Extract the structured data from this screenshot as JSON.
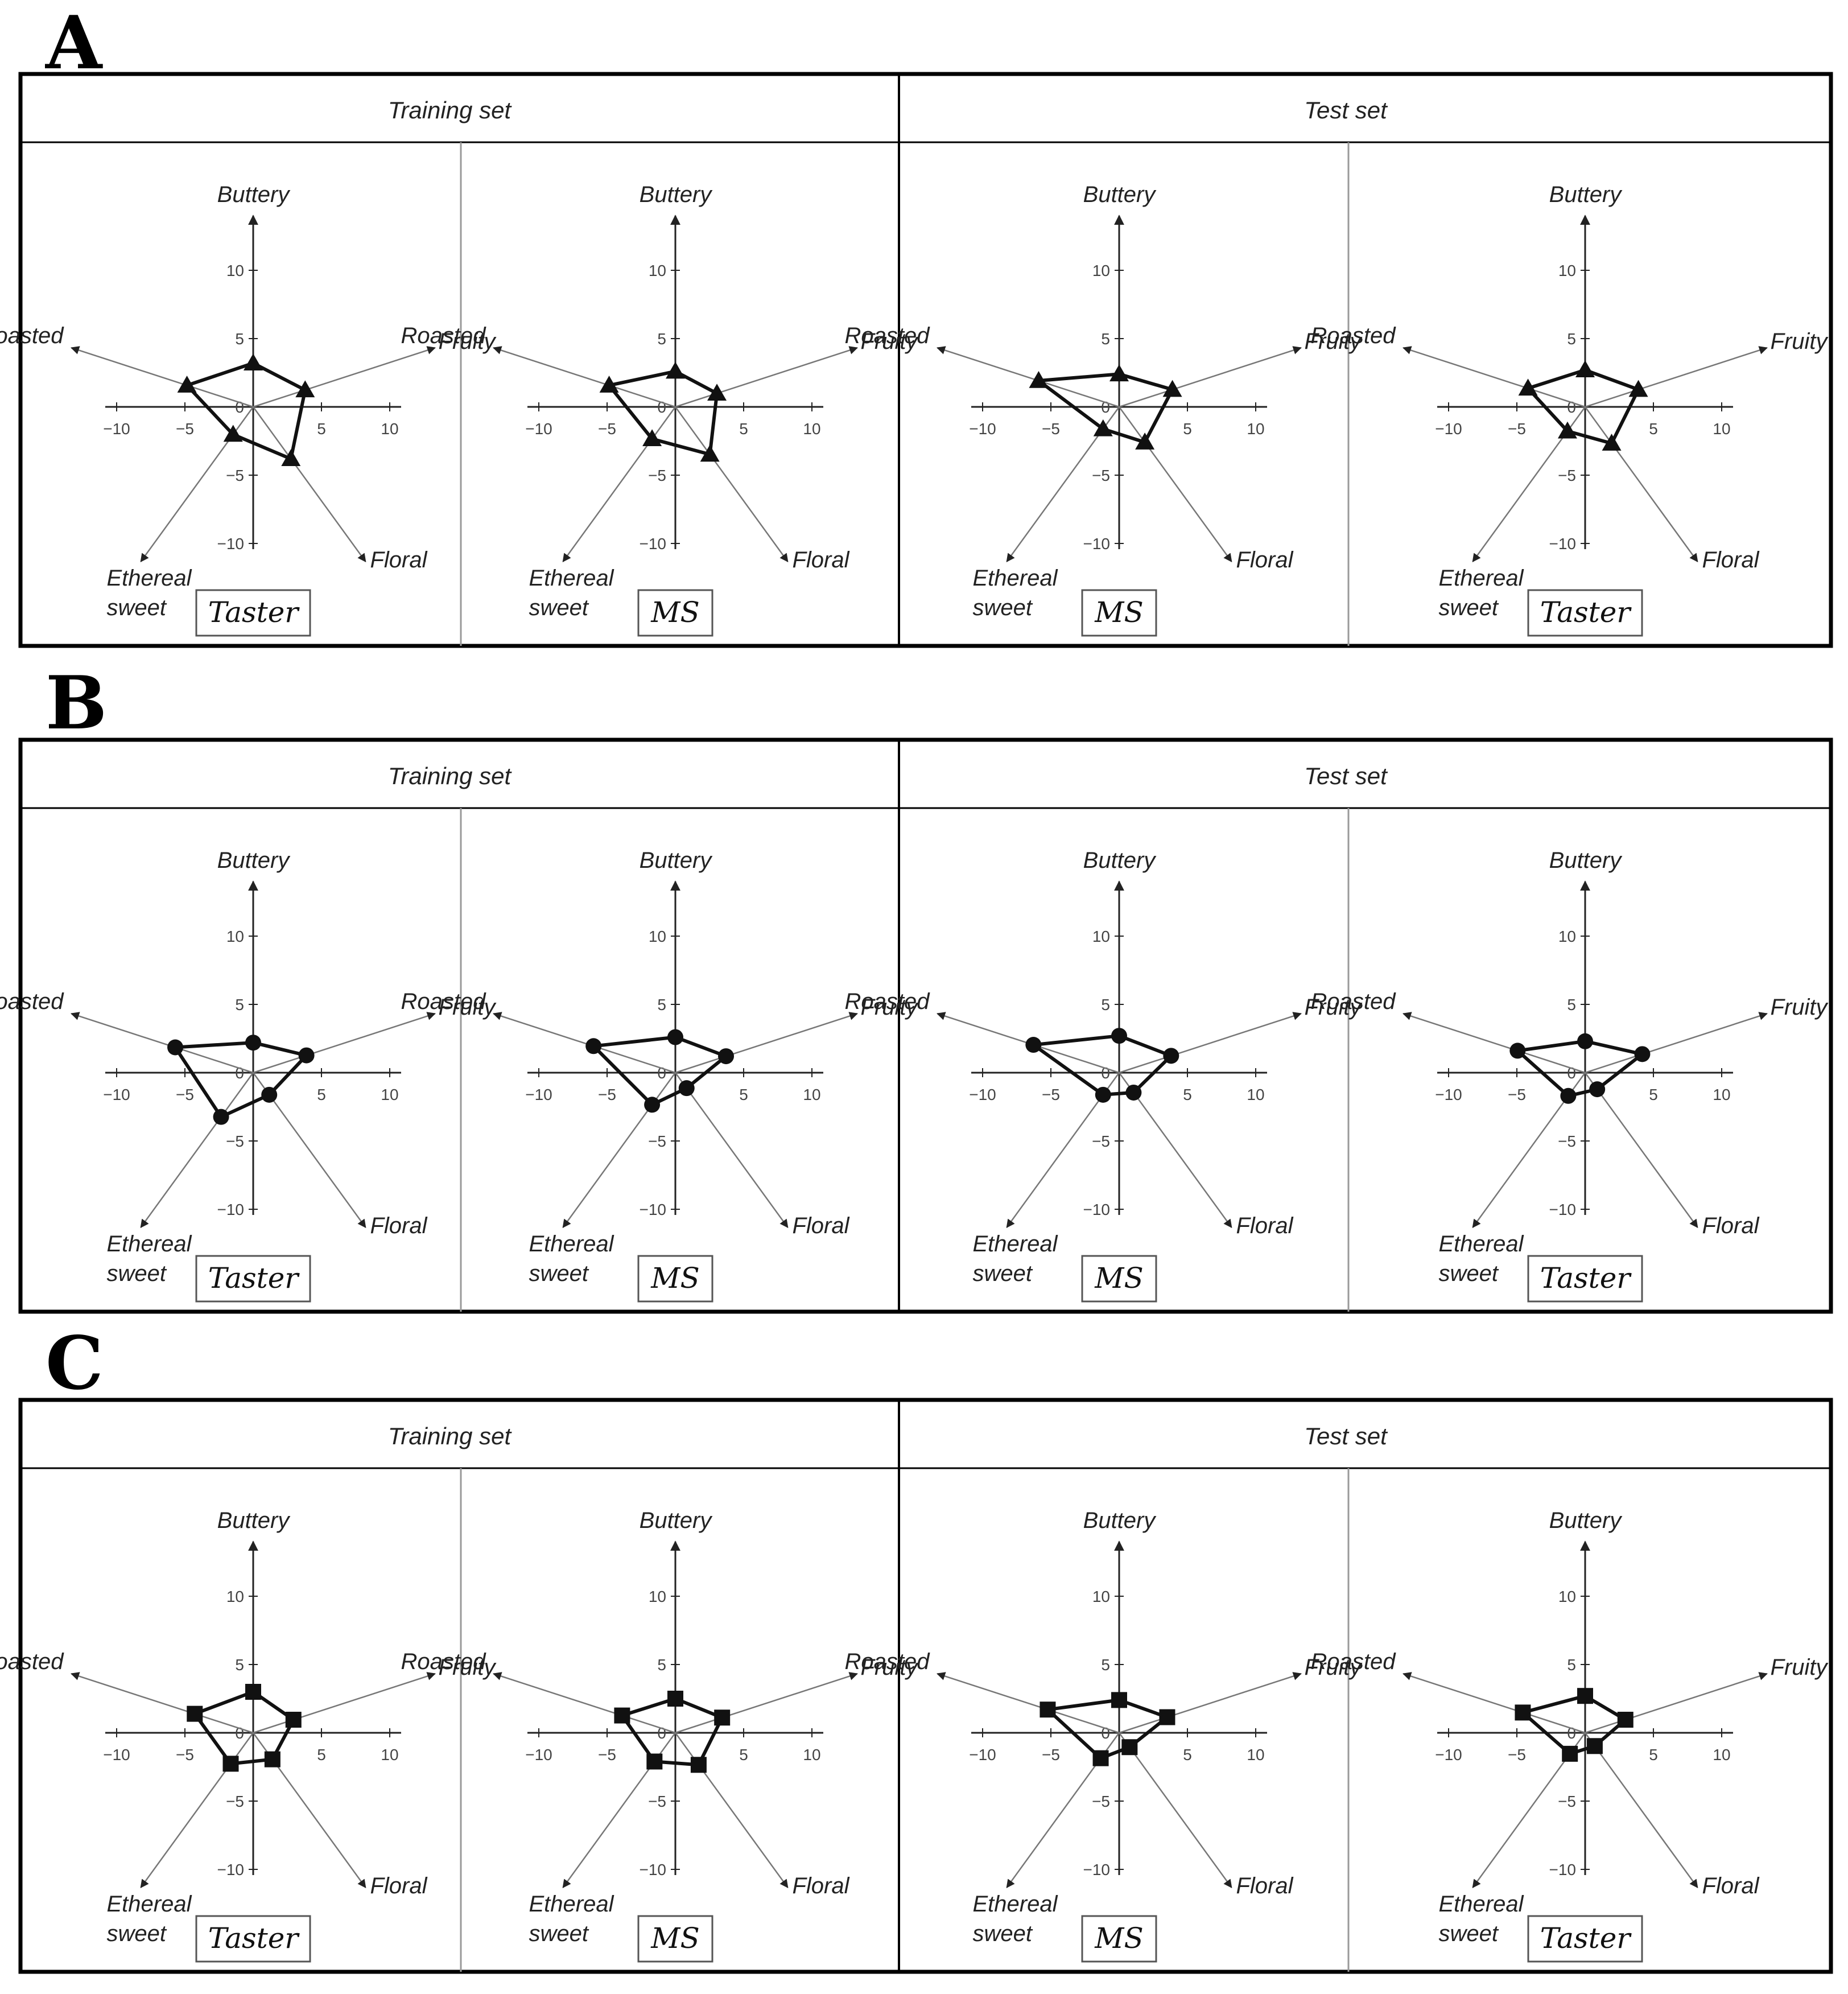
{
  "axes": [
    "Buttery",
    "Fruity",
    "Floral",
    "Ethereal sweet",
    "Roasted"
  ],
  "ticks": {
    "y": [
      "10",
      "5",
      "0",
      "−5",
      "−10"
    ],
    "x": [
      "−10",
      "−5",
      "0",
      "5",
      "10"
    ]
  },
  "set_headers": [
    "Training set",
    "Test set"
  ],
  "colors": {
    "line": "#111111",
    "axis": "#222222",
    "spoke": "#777777",
    "frame": "#000000"
  },
  "chart_data": [
    {
      "panel": "A",
      "type": "radar",
      "marker": "triangle",
      "axes": [
        "Buttery",
        "Fruity",
        "Floral",
        "Ethereal sweet",
        "Roasted"
      ],
      "range": [
        0,
        14
      ],
      "grid": false,
      "subplots": [
        {
          "set": "Training set",
          "label": "Taster",
          "values": [
            3.2,
            4.0,
            4.7,
            2.5,
            5.1
          ]
        },
        {
          "set": "Training set",
          "label": "MS",
          "values": [
            2.6,
            3.2,
            4.3,
            2.9,
            5.1
          ]
        },
        {
          "set": "Test set",
          "label": "MS",
          "values": [
            2.4,
            4.1,
            3.2,
            2.0,
            6.2
          ]
        },
        {
          "set": "Test set",
          "label": "Taster",
          "values": [
            2.7,
            4.1,
            3.3,
            2.2,
            4.4
          ]
        }
      ]
    },
    {
      "panel": "B",
      "type": "radar",
      "marker": "circle",
      "axes": [
        "Buttery",
        "Fruity",
        "Floral",
        "Ethereal sweet",
        "Roasted"
      ],
      "range": [
        0,
        14
      ],
      "grid": false,
      "subplots": [
        {
          "set": "Training set",
          "label": "Taster",
          "values": [
            2.2,
            4.1,
            2.0,
            4.0,
            6.0
          ]
        },
        {
          "set": "Training set",
          "label": "MS",
          "values": [
            2.6,
            3.9,
            1.4,
            2.9,
            6.3
          ]
        },
        {
          "set": "Test set",
          "label": "MS",
          "values": [
            2.7,
            4.0,
            1.8,
            2.0,
            6.6
          ]
        },
        {
          "set": "Test set",
          "label": "Taster",
          "values": [
            2.3,
            4.4,
            1.5,
            2.1,
            5.2
          ]
        }
      ]
    },
    {
      "panel": "C",
      "type": "radar",
      "marker": "square",
      "axes": [
        "Buttery",
        "Fruity",
        "Floral",
        "Ethereal sweet",
        "Roasted"
      ],
      "range": [
        0,
        14
      ],
      "grid": false,
      "subplots": [
        {
          "set": "Training set",
          "label": "Taster",
          "values": [
            3.0,
            3.1,
            2.4,
            2.8,
            4.5
          ]
        },
        {
          "set": "Training set",
          "label": "MS",
          "values": [
            2.5,
            3.6,
            2.9,
            2.6,
            4.1
          ]
        },
        {
          "set": "Test set",
          "label": "MS",
          "values": [
            2.4,
            3.7,
            1.3,
            2.3,
            5.5
          ]
        },
        {
          "set": "Test set",
          "label": "Taster",
          "values": [
            2.7,
            3.1,
            1.2,
            1.9,
            4.8
          ]
        }
      ]
    }
  ]
}
